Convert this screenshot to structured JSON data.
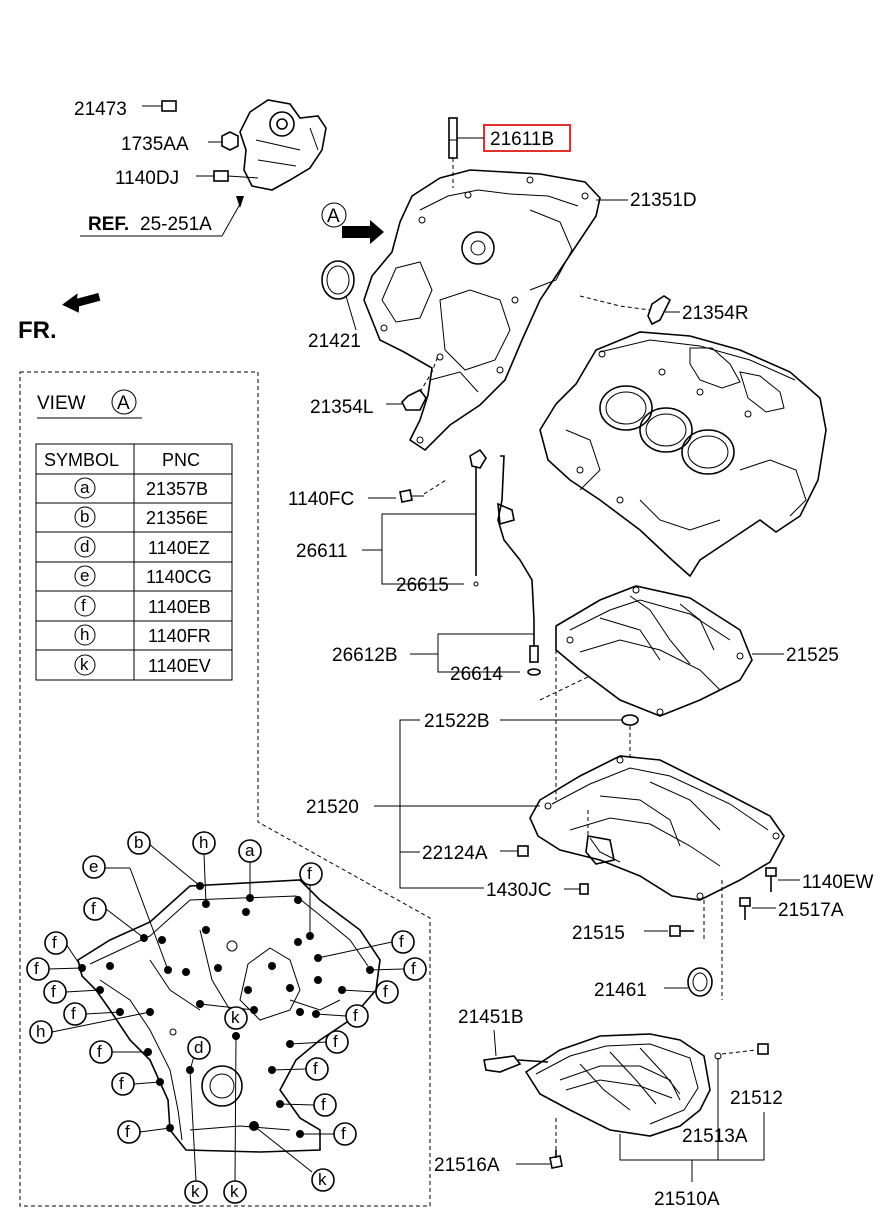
{
  "labels": {
    "l_21473": "21473",
    "l_1735AA": "1735AA",
    "l_1140DJ": "1140DJ",
    "l_ref_bold": "REF.",
    "l_ref_num": "25-251A",
    "l_21611B": "21611B",
    "l_21351D": "21351D",
    "l_A": "A",
    "l_21421": "21421",
    "l_FR": "FR.",
    "l_21354R": "21354R",
    "l_21354L": "21354L",
    "l_1140FC": "1140FC",
    "l_26611": "26611",
    "l_26615": "26615",
    "l_26612B": "26612B",
    "l_26614": "26614",
    "l_21525": "21525",
    "l_21522B": "21522B",
    "l_21520": "21520",
    "l_22124A": "22124A",
    "l_1430JC": "1430JC",
    "l_1140EW": "1140EW",
    "l_21517A": "21517A",
    "l_21515": "21515",
    "l_21461": "21461",
    "l_21451B": "21451B",
    "l_21512": "21512",
    "l_21513A": "21513A",
    "l_21516A": "21516A",
    "l_21510A": "21510A"
  },
  "view": {
    "title": "VIEW",
    "letter": "A",
    "col_symbol": "SYMBOL",
    "col_pnc": "PNC",
    "rows": [
      {
        "symbol": "a",
        "pnc": "21357B"
      },
      {
        "symbol": "b",
        "pnc": "21356E"
      },
      {
        "symbol": "d",
        "pnc": "1140EZ"
      },
      {
        "symbol": "e",
        "pnc": "1140CG"
      },
      {
        "symbol": "f",
        "pnc": "1140EB"
      },
      {
        "symbol": "h",
        "pnc": "1140FR"
      },
      {
        "symbol": "k",
        "pnc": "1140EV"
      }
    ]
  },
  "callouts": {
    "a": "a",
    "b": "b",
    "d": "d",
    "e": "e",
    "f": "f",
    "h": "h",
    "k": "k"
  },
  "colors": {
    "highlight_box": "#e03030",
    "line": "#000000"
  }
}
